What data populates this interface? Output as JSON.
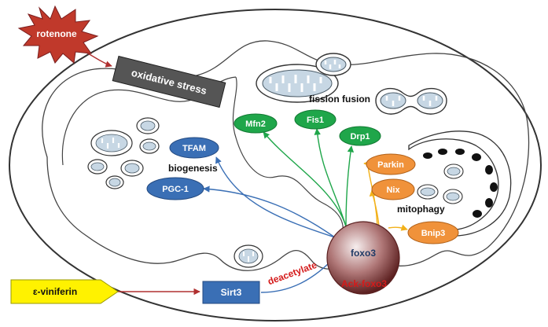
{
  "rotenone": "rotenone",
  "oxidative_stress": "oxidative stress",
  "mfn2": "Mfn2",
  "fis1": "Fis1",
  "drp1": "Drp1",
  "fission_fusion": "fission fusion",
  "tfam": "TFAM",
  "pgc1": "PGC-1",
  "biogenesis": "biogenesis",
  "parkin": "Parkin",
  "nix": "Nix",
  "bnip3": "Bnip3",
  "mitophagy": "mitophagy",
  "foxo3": "foxo3",
  "ack_foxo3": "Ack-foxo3",
  "deacetylate": "deacetylate",
  "sirt3": "Sirt3",
  "viniferin": "ε-viniferin",
  "colors": {
    "green": "#1fa64a",
    "blue": "#3a6fb5",
    "orange": "#f0923a",
    "red_star": "#c0392b",
    "grey_box": "#555555",
    "yellow": "#fff200"
  }
}
